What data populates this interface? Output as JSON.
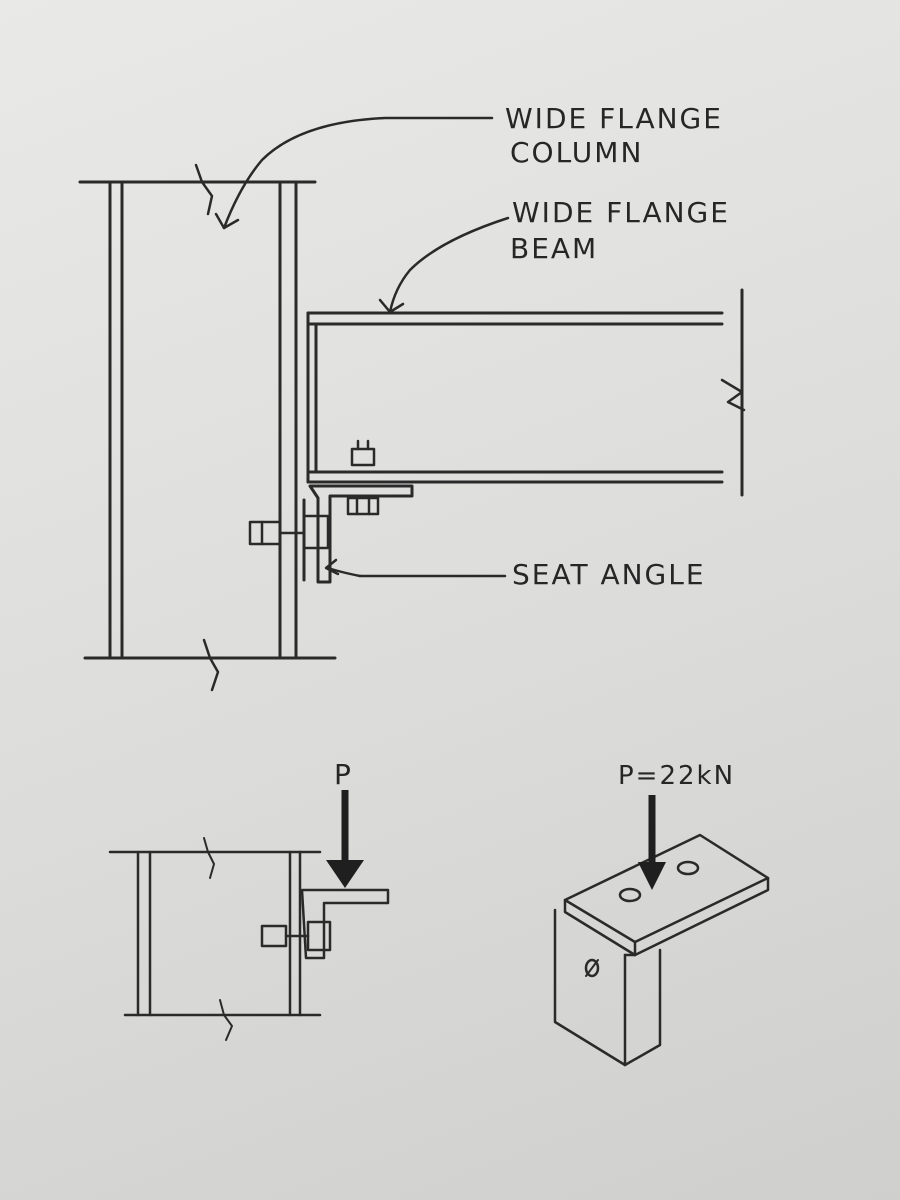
{
  "labels": {
    "column": [
      "WIDE FLANGE",
      "COLUMN"
    ],
    "beam": [
      "WIDE FLANGE",
      "BEAM"
    ],
    "seat_angle": "SEAT ANGLE",
    "load_symbol": "P",
    "load_value": "P=22kN"
  },
  "colors": {
    "ink": "#2a2a2a",
    "background": "#e3e3e1"
  }
}
